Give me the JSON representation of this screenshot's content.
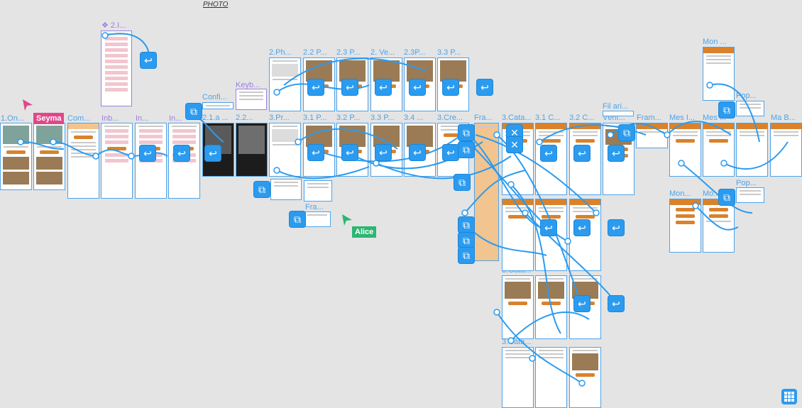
{
  "canvas": {
    "section_label": "PHOTO",
    "cursors": [
      {
        "name": "Seyma",
        "color": "#e0478a"
      },
      {
        "name": "Alice",
        "color": "#2bb673"
      }
    ],
    "frame_titles": {
      "t_2I": "❖ 2.I...",
      "t_1On": "1.On...",
      "t_Com": "Com...",
      "t_Inb": "Inb...",
      "t_In1": "In...",
      "t_In2": "In...",
      "t_Confi": "Confi...",
      "t_2_1a": "2.1.a ...",
      "t_2_2": "2.2...",
      "t_Keyb": "Keyb...",
      "t_2Ph": "2.Ph...",
      "t_22P": "2.2 P...",
      "t_23P": "2.3 P...",
      "t_2Ve": "2. Ve...",
      "t_23P2": "2.3P...",
      "t_33P": "3.3 P...",
      "t_3Pr": "3.Pr...",
      "t_31P": "3.1 P...",
      "t_32P": "3.2 P...",
      "t_33P2": "3.3 P...",
      "t_34": "3.4 ...",
      "t_3Cre": "3.Cre...",
      "t_Fra": "Fra...",
      "t_3Cata": "3.Cata...",
      "t_31C": "3.1 C...",
      "t_32C": "3.2 C...",
      "t_Filari": "Fil ari...",
      "t_Verif": "Vérif...",
      "t_Fram": "Fram...",
      "t_MesI": "Mes I...",
      "t_Mes2": "Mes ...",
      "t_MaB": "Ma B...",
      "t_Mon1": "Mon ...",
      "t_Pop1": "Pop...",
      "t_Pop2": "Pop...",
      "t_Mon2": "Mon...",
      "t_Mo": "Mo...",
      "t_Fra2": "Fra...",
      "t_3Cata2": "3.Cata...",
      "t_3Cata3": "3.Cata..."
    },
    "icons": {
      "back": "↩",
      "copy": "⧉",
      "close": "✕"
    },
    "colors": {
      "accent": "#d9822b",
      "wire": "#2b9bf0",
      "background": "#e4e4e4"
    }
  }
}
